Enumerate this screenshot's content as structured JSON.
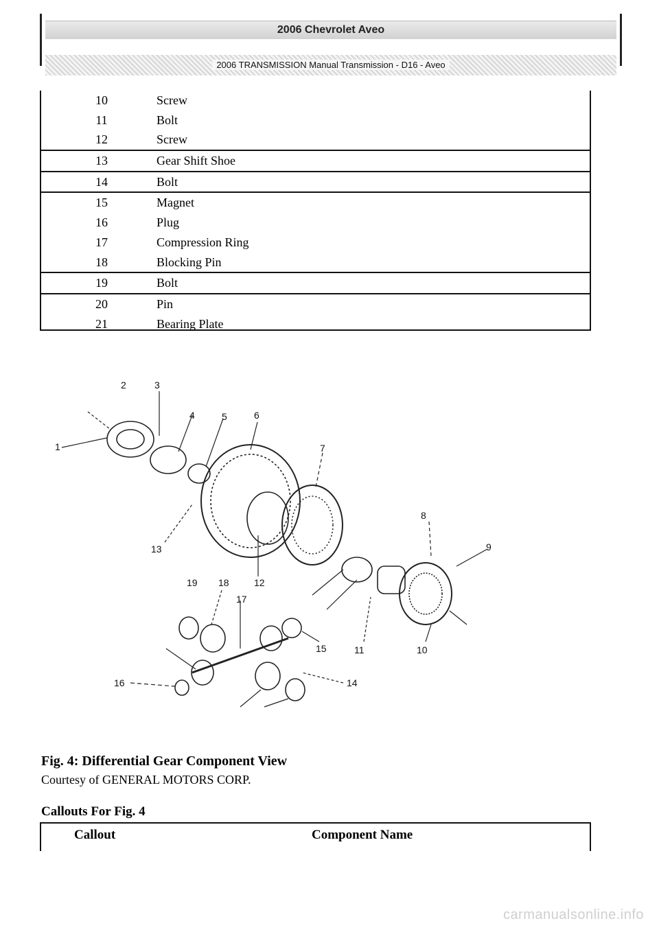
{
  "header": {
    "title": "2006 Chevrolet Aveo",
    "subtitle": "2006 TRANSMISSION Manual Transmission - D16 - Aveo"
  },
  "parts": [
    {
      "num": "10",
      "name": "Screw"
    },
    {
      "num": "11",
      "name": "Bolt"
    },
    {
      "num": "12",
      "name": "Screw"
    },
    {
      "num": "13",
      "name": "Gear Shift Shoe"
    },
    {
      "num": "14",
      "name": "Bolt"
    },
    {
      "num": "15",
      "name": "Magnet"
    },
    {
      "num": "16",
      "name": "Plug"
    },
    {
      "num": "17",
      "name": "Compression Ring"
    },
    {
      "num": "18",
      "name": "Blocking Pin"
    },
    {
      "num": "19",
      "name": "Bolt"
    },
    {
      "num": "20",
      "name": "Pin"
    },
    {
      "num": "21",
      "name": "Bearing Plate"
    }
  ],
  "figure": {
    "callouts": [
      "1",
      "2",
      "3",
      "4",
      "5",
      "6",
      "7",
      "8",
      "9",
      "10",
      "11",
      "12",
      "13",
      "14",
      "15",
      "16",
      "17",
      "18",
      "19"
    ],
    "caption": "Fig. 4: Differential Gear Component View",
    "credit": "Courtesy of GENERAL MOTORS CORP."
  },
  "callouts_heading": "Callouts For Fig. 4",
  "callout_table": {
    "col1": "Callout",
    "col2": "Component Name"
  },
  "watermark": "carmanualsonline.info"
}
